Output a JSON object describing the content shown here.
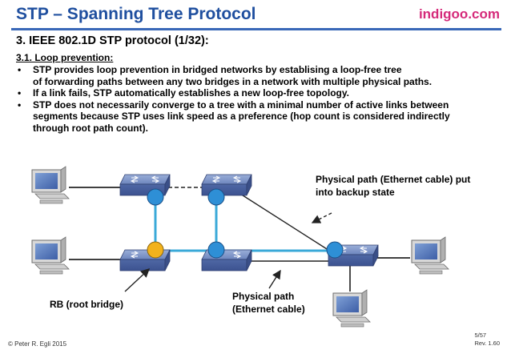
{
  "header": {
    "title": "STP – Spanning Tree Protocol",
    "brand": "indigoo.com"
  },
  "section": {
    "title": "3. IEEE 802.1D STP protocol (1/32):",
    "subtitle": "3.1. Loop prevention:",
    "bullets": [
      [
        "STP provides loop prevention in bridged networks by establising a loop-free tree",
        "of forwarding paths between any two bridges in a network with multiple physical paths."
      ],
      [
        "If a link fails, STP automatically establishes a new loop-free topology."
      ],
      [
        "STP does not necessarily converge to a tree with a minimal number of active links between",
        "segments because STP uses link speed as a preference (hop count is considered indirectly",
        "through root path count)."
      ]
    ]
  },
  "diagram": {
    "label_backup": [
      "Physical path (Ethernet cable) put",
      "into backup state"
    ],
    "label_root": "RB (root bridge)",
    "label_path": [
      "Physical path",
      "(Ethernet cable)"
    ],
    "colors": {
      "active_link": "#3aa9d8",
      "blue_port": "#2e8fd6",
      "root_port": "#f2b21b",
      "switch": "#5f77b0"
    }
  },
  "footer": {
    "copyright": "© Peter R. Egli 2015",
    "page": "5/57",
    "revision": "Rev. 1.60"
  }
}
